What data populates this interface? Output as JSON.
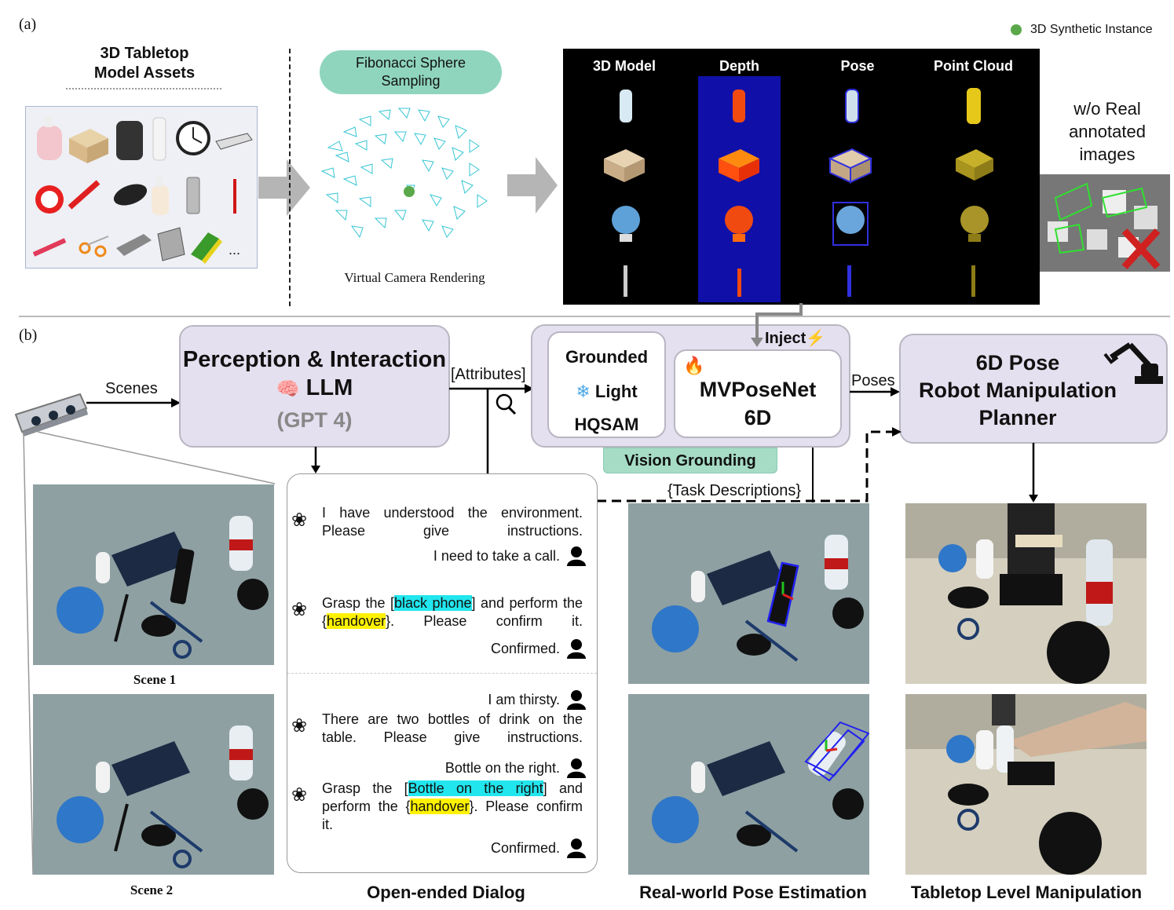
{
  "panel_a": {
    "label": "(a)",
    "legend": {
      "text": "3D Synthetic Instance",
      "color": "#5aa84a"
    },
    "assets_title_1": "3D Tabletop",
    "assets_title_2": "Model Assets",
    "assets_ellipsis": "...",
    "sampling_title_1": "Fibonacci Sphere",
    "sampling_title_2": "Sampling",
    "rendering_caption": "Virtual Camera Rendering",
    "columns": [
      "3D Model",
      "Depth",
      "Pose",
      "Point Cloud"
    ],
    "wo_real_1": "w/o Real",
    "wo_real_2": "annotated",
    "wo_real_3": "images"
  },
  "panel_b": {
    "label": "(b)",
    "scenes_label": "Scenes",
    "llm_title": "Perception & Interaction",
    "llm_name": "LLM",
    "llm_model": "(GPT 4)",
    "attributes_label": "[Attributes]",
    "grounded_1": "Grounded",
    "grounded_2": "Light",
    "grounded_3": "HQSAM",
    "inject_label": "Inject",
    "mvpose_1": "MVPoseNet",
    "mvpose_2": "6D",
    "vision_grounding": "Vision Grounding",
    "poses_label": "Poses",
    "planner_1": "6D Pose",
    "planner_2": "Robot Manipulation",
    "planner_3": "Planner",
    "task_descriptions": "{Task Descriptions}",
    "scene1": "Scene 1",
    "scene2": "Scene 2",
    "caption_dialog": "Open-ended Dialog",
    "caption_pose": "Real-world Pose Estimation",
    "caption_manip": "Tabletop Level Manipulation"
  },
  "dialog": {
    "m1": "I have understood the environment. Please give instructions.",
    "u1": "I need to take a call.",
    "m2_a": "Grasp the [",
    "m2_hl1": "black phone",
    "m2_b": "] and perform the {",
    "m2_hl2": "handover",
    "m2_c": "}. Please confirm it.",
    "u2": "Confirmed.",
    "u3": "I am thirsty.",
    "m3": "There are two bottles of drink on the table. Please give instructions.",
    "u4": "Bottle on the right.",
    "m4_a": "Grasp the [",
    "m4_hl1": "Bottle on the right",
    "m4_b": "] and perform the {",
    "m4_hl2": "handover",
    "m4_c": "}. Please confirm it.",
    "u5": "Confirmed."
  }
}
